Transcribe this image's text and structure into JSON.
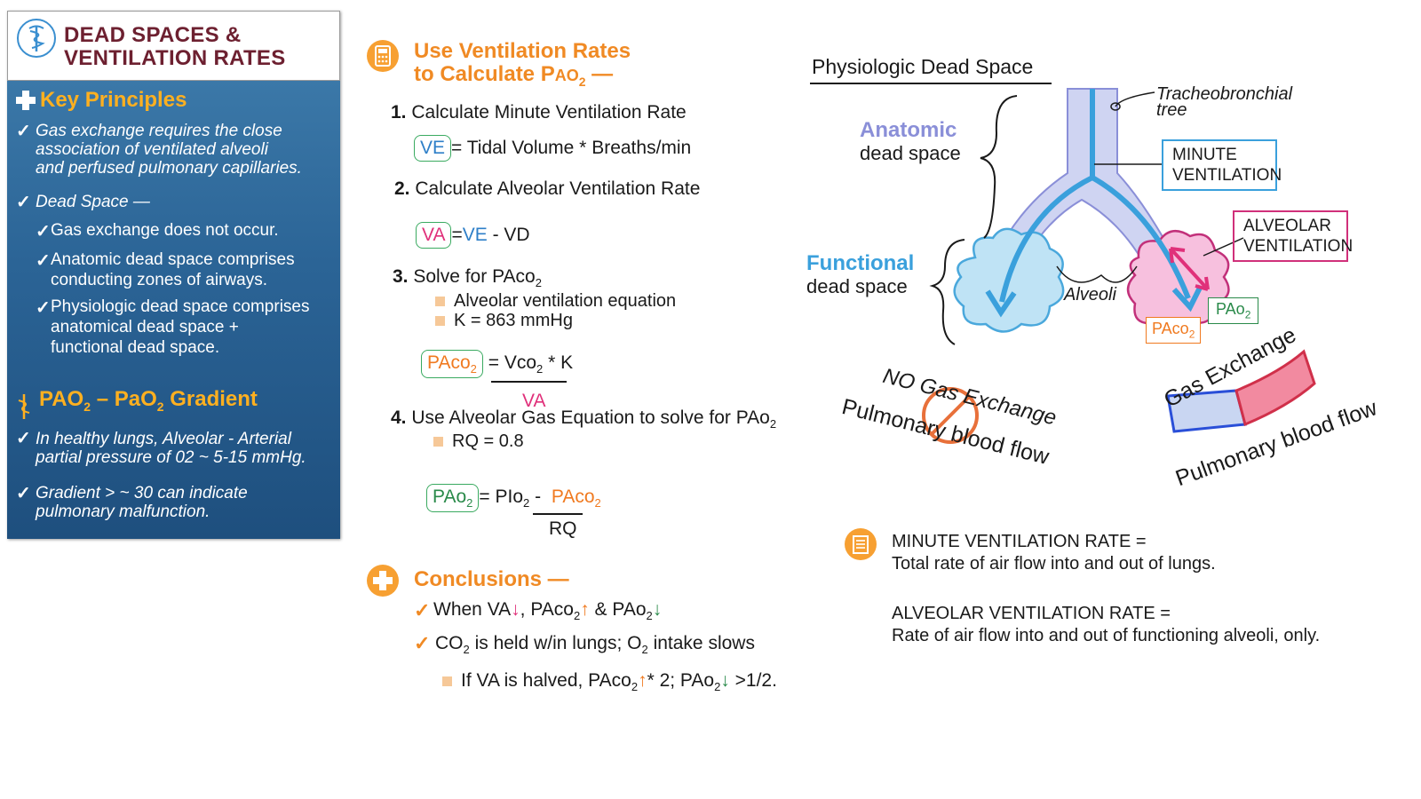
{
  "header": {
    "title_line1": "DEAD SPACES &",
    "title_line2": "VENTILATION RATES"
  },
  "key_principles": {
    "heading": "Key Principles",
    "item1": [
      "Gas exchange requires the close",
      "association of ventilated alveoli",
      "and  perfused pulmonary capillaries."
    ],
    "item2": "Dead Space —",
    "sub1": "Gas exchange does not occur.",
    "sub2": [
      "Anatomic dead space comprises",
      "conducting zones of airways."
    ],
    "sub3": [
      "Physiologic dead space comprises",
      "anatomical dead space +",
      "functional dead space."
    ]
  },
  "gradient": {
    "heading_a": "PAO",
    "heading_sub1": "2",
    "heading_b": " – PaO",
    "heading_sub2": "2",
    "heading_c": " Gradient",
    "item1": [
      "In healthy lungs, Alveolar - Arterial",
      "partial pressure of 02 ~ 5-15 mmHg."
    ],
    "item2": [
      "Gradient > ~ 30 can indicate",
      "pulmonary malfunction."
    ]
  },
  "calc": {
    "heading_line1": "Use Ventilation Rates",
    "heading_line2a": "to Calculate P",
    "heading_line2b": "AO",
    "heading_line2c": "2",
    "heading_line2d": " —",
    "step1_num": "1.",
    "step1": "Calculate Minute Ventilation Rate",
    "eq1_lhs": "VE",
    "eq1_rhs": "= Tidal Volume * Breaths/min",
    "step2_num": "2.",
    "step2": "Calculate  Alveolar Ventilation Rate",
    "eq2_lhs": "VA",
    "eq2_eq": "=",
    "eq2_ve": "VE",
    "eq2_rest": " - VD",
    "step3_num": "3.",
    "step3": "Solve for  PAco",
    "step3_sub": "2",
    "step3_b1": "Alveolar ventilation equation",
    "step3_b2": "K = 863 mmHg",
    "eq3_lhs": "PAco",
    "eq3_lhs_sub": "2",
    "eq3_num": "= Vco",
    "eq3_num_sub": "2",
    "eq3_num_k": " * K",
    "eq3_den": "VA",
    "step4_num": "4.",
    "step4": "Use Alveolar Gas Equation to solve for  PAo",
    "step4_sub": "2",
    "step4_b1": "RQ = 0.8",
    "eq4_lhs": "PAo",
    "eq4_lhs_sub": "2",
    "eq4_mid": "= PIo",
    "eq4_mid_sub": "2",
    "eq4_minus": "  -",
    "eq4_num": "PAco",
    "eq4_num_sub": "2",
    "eq4_den": "RQ"
  },
  "conclusions": {
    "heading": "Conclusions —",
    "c1_a": "When VA",
    "c1_b": ", PAco",
    "c1_b_sub": "2",
    "c1_c": "  & PAo",
    "c1_c_sub": "2",
    "c2_a": "CO",
    "c2_a_sub": "2",
    "c2_b": " is held w/in lungs; O",
    "c2_b_sub": "2",
    "c2_c": " intake slows",
    "c3_a": "If VA is halved, PAco",
    "c3_a_sub": "2",
    "c3_b": "* 2; PAo",
    "c3_b_sub": "2",
    "c3_c": "  >1/2."
  },
  "diagram": {
    "title": "Physiologic Dead Space",
    "tracheo_line1": "Tracheobronchial",
    "tracheo_line2": "tree",
    "anatomic_line1": "Anatomic",
    "anatomic_line2": "dead space",
    "minute_vent_line1": "MINUTE",
    "minute_vent_line2": "VENTILATION",
    "alveolar_vent_line1": "ALVEOLAR",
    "alveolar_vent_line2": "VENTILATION",
    "functional_line1": "Functional",
    "functional_line2": "dead space",
    "alveoli": "Alveoli",
    "pao2": "PAo",
    "pao2_sub": "2",
    "paco2": "PAco",
    "paco2_sub": "2",
    "no_gas": "NO Gas Exchange",
    "blood_flow_left": "Pulmonary blood flow",
    "gas_exchange": "Gas Exchange",
    "blood_flow_right": "Pulmonary blood flow"
  },
  "notes": {
    "n1_line1": "MINUTE VENTILATION RATE =",
    "n1_line2": "Total rate of air flow into and  out of lungs.",
    "n2_line1": "ALVEOLAR VENTILATION RATE =",
    "n2_line2": "Rate of air flow into and out of functioning alveoli, only."
  },
  "colors": {
    "accent_orange": "#f08a24",
    "panel_blue": "#2b6496",
    "title_maroon": "#6d2030"
  }
}
